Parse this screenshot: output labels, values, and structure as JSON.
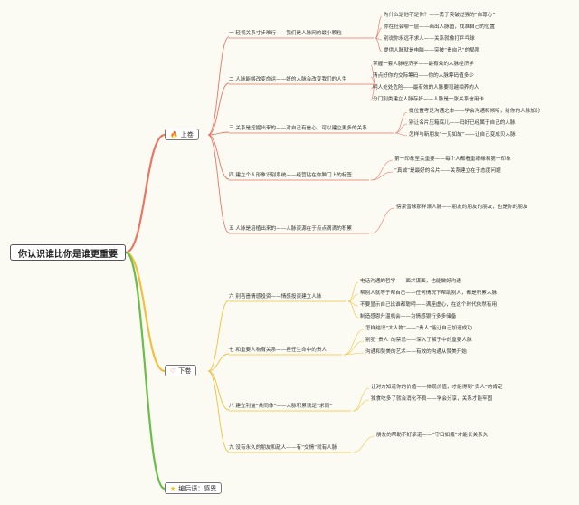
{
  "root": "你认识谁比你是谁更重要",
  "sections": [
    {
      "label": "上卷",
      "icon": "🔥",
      "color": "#e74c3c"
    },
    {
      "label": "下卷",
      "icon": "♡",
      "color": "#e74c3c"
    },
    {
      "label": "编后语：感恩",
      "icon": "★",
      "color": "#f1c40f"
    }
  ],
  "branches": [
    {
      "label": "一 轻视关系寸步难行——我们是人脉网的最小颗粒",
      "children": [
        "为什么是他不是你？——勇于突破过强的“自尊心”",
        "你在社会哪一层——画出人脉图，找准自己的位置",
        "别说你永远不求人——关系就像打乒乓球",
        "提供人脉就是电脑——突破“贵自己”的局限"
      ]
    },
    {
      "label": "二 人脉能够改变命运——好的人脉会改变我们的人生",
      "children": [
        "掌握一套人脉经济学——最有效的人脉经济学",
        "清点好你的交际筹码——你的人脉筹码值多少",
        "明人处处危险——最有效的人脉要司越相养的人",
        "分门别类建立人脉存折——人脉是一张关系信用卡"
      ]
    },
    {
      "label": "三 关系是挖掘出来的——对自己有信心，可以建立更多的关系",
      "children": [
        "提位置考是沟通之本——学会沟通和倾听，给你的人脉加分",
        "别让名片压箱底儿——码好已经属于自己的人脉",
        "怎样与新朋友“一见如故”——让自己变成贝人脉"
      ]
    },
    {
      "label": "四 建立个人形象识别系统——经营贴在你脑门上的标签",
      "children": [
        "第一印象至关重要——每个人都看重眼缘和第一印象",
        "“真诚”是最好的名片——关系建立在于态度问题"
      ]
    },
    {
      "label": "五 人脉是培植出来的——人脉资源在于点点滴滴的积累",
      "children": [
        "傍紧雪球那样滚人脉——朋友的朋友的朋友，也是你的朋友"
      ]
    },
    {
      "label": "六 别吝啬情感投资——情感投资建立人脉",
      "children": [
        "电话沟通的哲学——面术谋面，也能做好沟通",
        "帮别人就等于帮自己——任何情况下帮助别人，都是积累人脉",
        "不要显示自己比谁都聪明——满座虚心，在这个时代依然有用",
        "制造感恩升温机会——为情感银行多多储备"
      ]
    },
    {
      "label": "七 和重要人物有关系——担任生命中的贵人",
      "children": [
        "怎样结识“大人物”——“贵人”能让自己加速成功",
        "别犯“贵人”的禁忌——深入了解于中的重要人脉",
        "沟通和赞美的艺术——有效的沟通从赞美开始"
      ]
    },
    {
      "label": "八 建立利益“共同体”——人脉积累就是“求同”",
      "children": [
        "让对方知道你的价值——体现价值，才能得到“贵人”的肯定",
        "独食吃多了就会消化不良——学会分享，关系才能牢固"
      ]
    },
    {
      "label": "九 没有永久的朋友和敌人——有“交情”就有人脉",
      "children": [
        "朋友的帮助不好承诺——“守口如瓶”才能长关系久"
      ]
    }
  ]
}
